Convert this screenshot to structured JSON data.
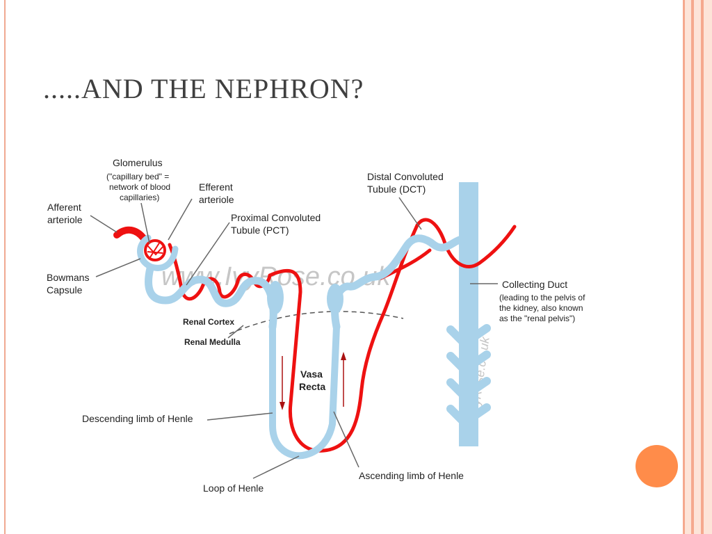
{
  "slide": {
    "title": ".....AND THE NEPHRON?"
  },
  "colors": {
    "accent": "#ff8c4a",
    "tubule": "#a9d2ea",
    "blood": "#ee1111",
    "title": "#3f3f3f"
  },
  "diagram": {
    "watermark": "www.IvyRose.co.uk",
    "labels": {
      "glomerulus": "Glomerulus",
      "glomerulus_note_1": "(\"capillary bed\" =",
      "glomerulus_note_2": "network of blood",
      "glomerulus_note_3": "capillaries)",
      "afferent_1": "Afferent",
      "afferent_2": "arteriole",
      "efferent_1": "Efferent",
      "efferent_2": "arteriole",
      "pct_1": "Proximal Convoluted",
      "pct_2": "Tubule (PCT)",
      "dct_1": "Distal Convoluted",
      "dct_2": "Tubule (DCT)",
      "bowmans_1": "Bowmans",
      "bowmans_2": "Capsule",
      "collecting_duct": "Collecting Duct",
      "collecting_note_1": "(leading to the pelvis of",
      "collecting_note_2": "the kidney, also known",
      "collecting_note_3": "as the \"renal pelvis\")",
      "renal_cortex": "Renal Cortex",
      "renal_medulla": "Renal Medulla",
      "vasa_1": "Vasa",
      "vasa_2": "Recta",
      "descending": "Descending limb of Henle",
      "loop": "Loop of Henle",
      "ascending": "Ascending limb of Henle"
    }
  }
}
